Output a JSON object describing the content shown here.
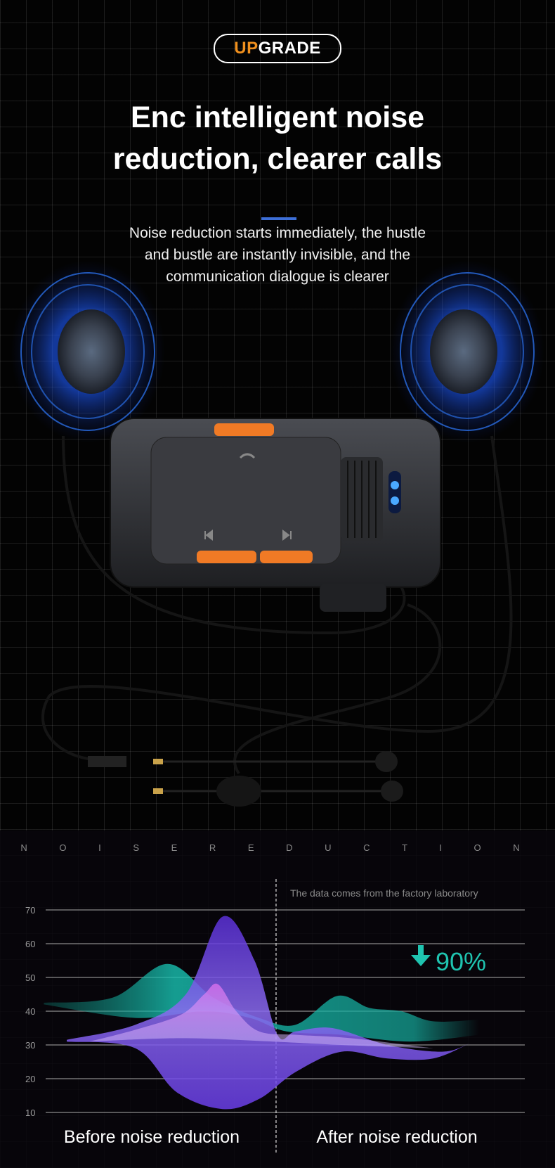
{
  "badge": {
    "highlight": "UP",
    "rest": "GRADE"
  },
  "headline": [
    "Enc intelligent noise",
    "reduction, clearer calls"
  ],
  "subtitle": [
    "Noise reduction starts immediately, the hustle",
    "and bustle are instantly invisible, and the",
    "communication dialogue is clearer"
  ],
  "colors": {
    "accent": "#f0901e",
    "blue": "#3d6fd8",
    "teal": "#1fc4b0",
    "purple": "#6b3fe0",
    "pink": "#d070f0"
  },
  "chart_data": {
    "type": "area",
    "title": "N O I S E   R E D U C T I O N",
    "note": "The data comes from the factory laboratory",
    "reduction_label": "90%",
    "yticks": [
      70,
      60,
      50,
      40,
      30,
      20,
      10
    ],
    "ylim": [
      10,
      70
    ],
    "xlim": [
      0,
      100
    ],
    "divider_x": 45.7,
    "section_labels": [
      "Before noise reduction",
      "After noise reduction"
    ],
    "series": [
      {
        "name": "teal",
        "upper": [
          [
            -5,
            42.5
          ],
          [
            10,
            44
          ],
          [
            22,
            54
          ],
          [
            32,
            44
          ],
          [
            42,
            38
          ],
          [
            50,
            36
          ],
          [
            59,
            44.5
          ],
          [
            66,
            41
          ],
          [
            73,
            40
          ],
          [
            80,
            37
          ],
          [
            90,
            37.5
          ]
        ],
        "lower": [
          [
            90,
            33
          ],
          [
            75,
            31
          ],
          [
            60,
            33
          ],
          [
            48,
            34
          ],
          [
            40,
            38
          ],
          [
            30,
            40
          ],
          [
            15,
            38
          ],
          [
            -5,
            42
          ]
        ]
      },
      {
        "name": "purple",
        "upper": [
          [
            0,
            31.5
          ],
          [
            15,
            36
          ],
          [
            26,
            45
          ],
          [
            34,
            68
          ],
          [
            41,
            55
          ],
          [
            46,
            33
          ],
          [
            50,
            34
          ],
          [
            58,
            35
          ],
          [
            70,
            30
          ],
          [
            82,
            28
          ],
          [
            88,
            30.5
          ]
        ],
        "lower": [
          [
            88,
            30.5
          ],
          [
            80,
            26
          ],
          [
            70,
            26
          ],
          [
            60,
            28
          ],
          [
            50,
            22
          ],
          [
            42,
            14
          ],
          [
            34,
            11
          ],
          [
            24,
            16
          ],
          [
            15,
            29
          ],
          [
            0,
            31
          ]
        ]
      },
      {
        "name": "pink",
        "upper": [
          [
            5,
            31
          ],
          [
            15,
            34.5
          ],
          [
            25,
            39
          ],
          [
            30,
            45
          ],
          [
            33,
            48
          ],
          [
            37,
            40
          ],
          [
            42,
            34
          ],
          [
            50,
            33
          ],
          [
            62,
            32
          ],
          [
            80,
            29
          ]
        ],
        "lower": [
          [
            80,
            29
          ],
          [
            60,
            30
          ],
          [
            45,
            31
          ],
          [
            25,
            32
          ],
          [
            5,
            31
          ]
        ]
      }
    ]
  }
}
